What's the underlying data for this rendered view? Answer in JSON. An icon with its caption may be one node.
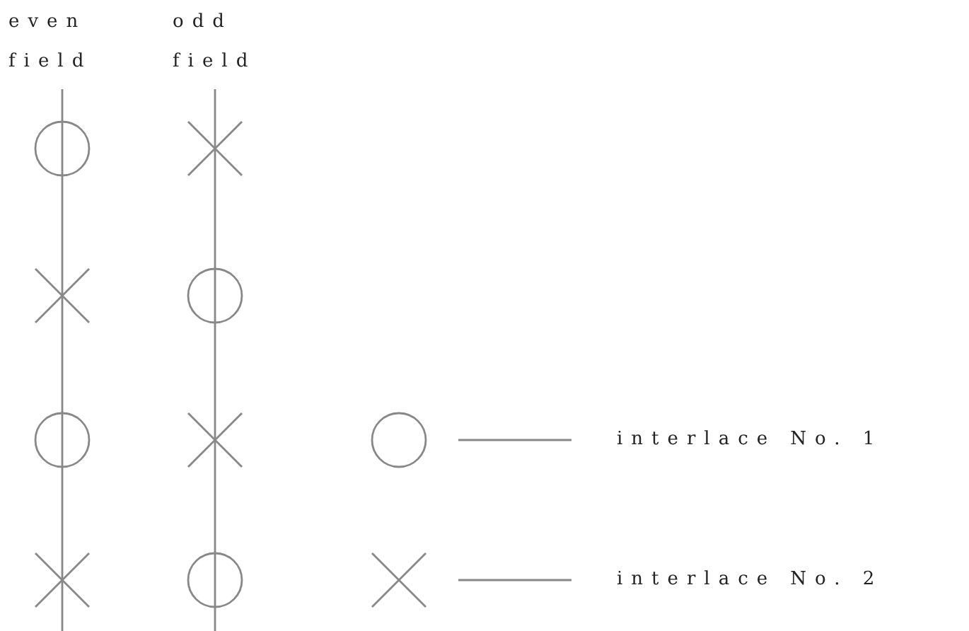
{
  "diagram": {
    "labels": [
      "even field",
      "odd field"
    ],
    "legend": [
      {
        "text": "interlace No. 1"
      },
      {
        "text": "interlace No. 2"
      }
    ]
  }
}
